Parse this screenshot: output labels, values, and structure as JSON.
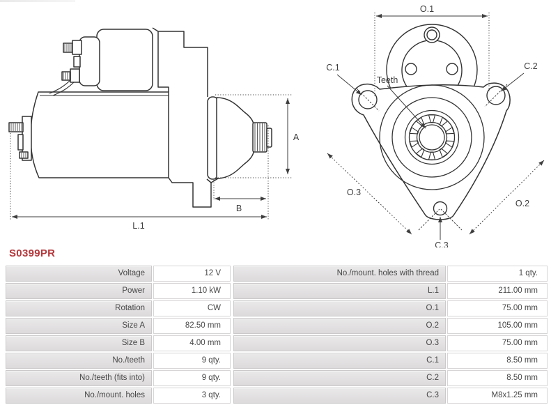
{
  "part_number": "S0399PR",
  "colors": {
    "part_number_red": "#b5383c",
    "drawing_line": "#333333",
    "dimension_line": "#3e3e3e",
    "table_label_bg": "#e3e1e2",
    "table_value_bg": "#ffffff"
  },
  "diagram": {
    "side": {
      "dim_a": "A",
      "dim_b": "B",
      "dim_l1": "L.1"
    },
    "front": {
      "dim_o1": "O.1",
      "dim_o2": "O.2",
      "dim_o3": "O.3",
      "dim_c1": "C.1",
      "dim_c2": "C.2",
      "dim_c3": "C.3",
      "teeth_label": "Teeth"
    }
  },
  "specs_left": [
    {
      "label": "Voltage",
      "value": "12 V"
    },
    {
      "label": "Power",
      "value": "1.10 kW"
    },
    {
      "label": "Rotation",
      "value": "CW"
    },
    {
      "label": "Size A",
      "value": "82.50 mm"
    },
    {
      "label": "Size B",
      "value": "4.00 mm"
    },
    {
      "label": "No./teeth",
      "value": "9 qty."
    },
    {
      "label": "No./teeth (fits into)",
      "value": "9 qty."
    },
    {
      "label": "No./mount. holes",
      "value": "3 qty."
    }
  ],
  "specs_right": [
    {
      "label": "No./mount. holes with thread",
      "value": "1 qty."
    },
    {
      "label": "L.1",
      "value": "211.00 mm"
    },
    {
      "label": "O.1",
      "value": "75.00 mm"
    },
    {
      "label": "O.2",
      "value": "105.00 mm"
    },
    {
      "label": "O.3",
      "value": "75.00 mm"
    },
    {
      "label": "C.1",
      "value": "8.50 mm"
    },
    {
      "label": "C.2",
      "value": "8.50 mm"
    },
    {
      "label": "C.3",
      "value": "M8x1.25 mm"
    }
  ]
}
